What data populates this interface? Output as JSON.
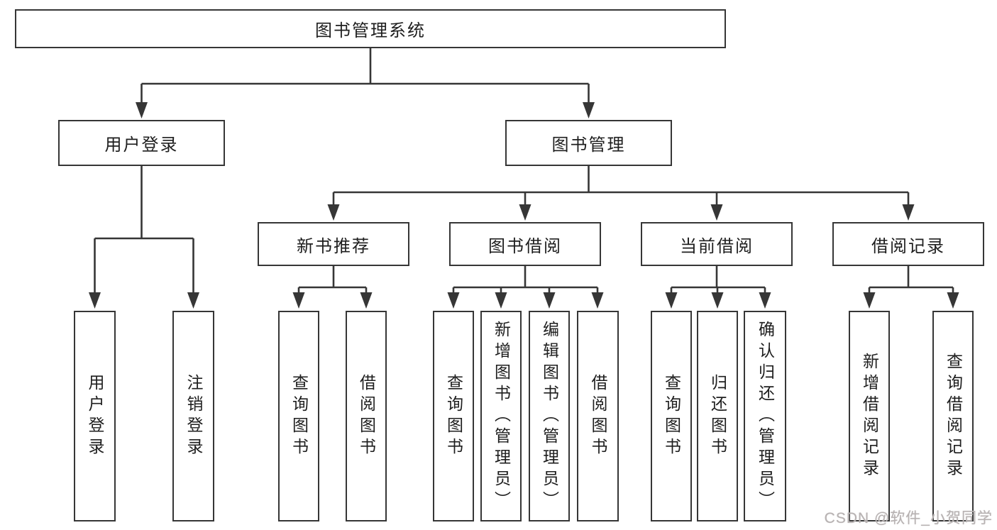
{
  "tree": {
    "label": "图书管理系统",
    "children": [
      {
        "label": "用户登录",
        "children": [
          {
            "label": "用户登录"
          },
          {
            "label": "注销登录"
          }
        ]
      },
      {
        "label": "图书管理",
        "children": [
          {
            "label": "新书推荐",
            "children": [
              {
                "label": "查询图书"
              },
              {
                "label": "借阅图书"
              }
            ]
          },
          {
            "label": "图书借阅",
            "children": [
              {
                "label": "查询图书"
              },
              {
                "label": "新增图书（管理员）"
              },
              {
                "label": "编辑图书（管理员）"
              },
              {
                "label": "借阅图书"
              }
            ]
          },
          {
            "label": "当前借阅",
            "children": [
              {
                "label": "查询图书"
              },
              {
                "label": "归还图书"
              },
              {
                "label": "确认归还（管理员）"
              }
            ]
          },
          {
            "label": "借阅记录",
            "children": [
              {
                "label": "新增借阅记录"
              },
              {
                "label": "查询借阅记录"
              }
            ]
          }
        ]
      }
    ]
  },
  "watermark": {
    "text": "CSDN @软件_小贺同学"
  },
  "colors": {
    "line": "#363636",
    "box_border": "#363636",
    "box_fill": "#ffffff",
    "text": "#1e1e1e",
    "watermark": "#b7b2b2"
  }
}
